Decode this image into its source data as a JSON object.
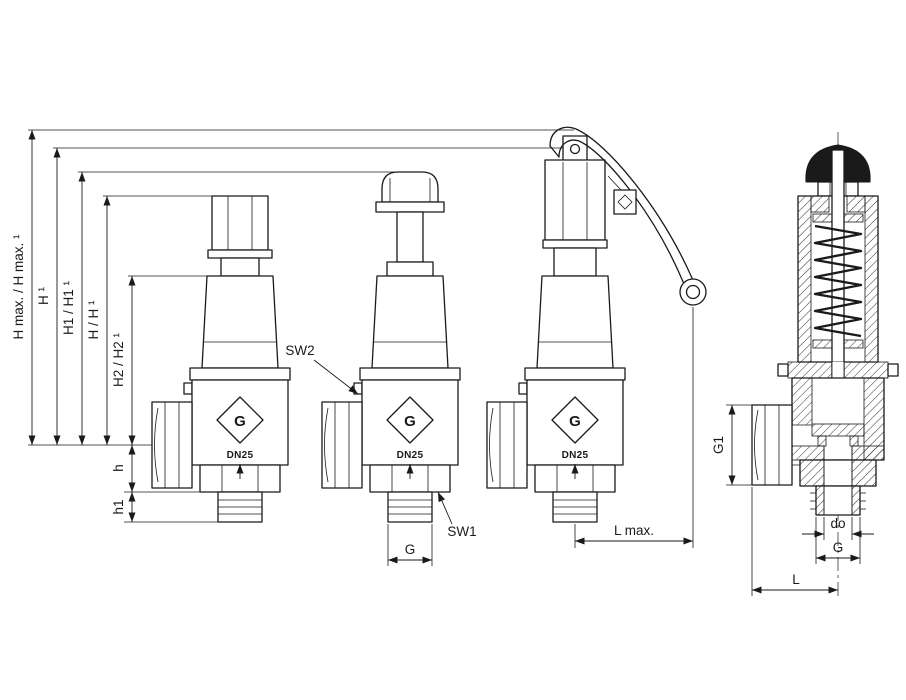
{
  "colors": {
    "ink": "#1a1a1a",
    "background": "#ffffff"
  },
  "drawing": {
    "left_dimensions": {
      "h_max": "H max. / H max. ¹",
      "h_sup1": "H ¹",
      "h1_pair": "H1 / H1 ¹",
      "h_pair": "H / H ¹",
      "h2_pair": "H2 / H2 ¹",
      "h_lower": "h",
      "h1_lower": "h1"
    },
    "callouts": {
      "sw2": "SW2",
      "sw1": "SW1"
    },
    "bottom_dimensions": {
      "g_valve2": "G",
      "l_max": "L max.",
      "g1": "G1",
      "d_o": "do",
      "g_section": "G",
      "l": "L"
    },
    "markings": {
      "logo": "G",
      "dn": "DN25"
    }
  }
}
